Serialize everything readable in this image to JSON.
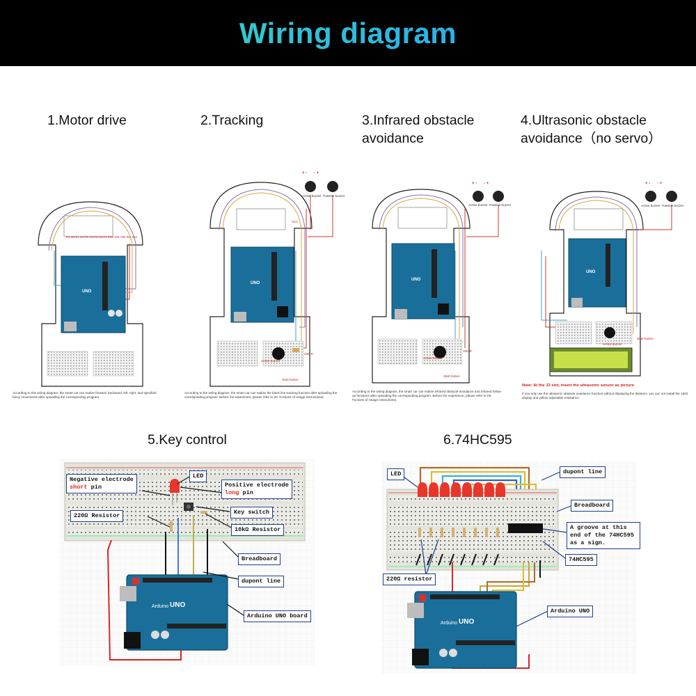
{
  "header": {
    "title": "Wiring diagram"
  },
  "panels": [
    {
      "title": "1.Motor drive",
      "pins": [
        "P4",
        "OUT1",
        "OUT2",
        "OUT3",
        "OUT4",
        "GND",
        "VCC",
        "ENA",
        "IN1",
        "IN2",
        "IN3",
        "IN4",
        "ENB"
      ],
      "caption": "According to this wiring diagram, the smart car can realize forward, backward, left, right, and specified fancy movements after uploading the corresponding program."
    },
    {
      "title": "2.Tracking",
      "buzzer_labels": [
        "Active buzzer",
        "Passive buzzer"
      ],
      "vcc_label": "VCC",
      "parts": [
        "Active buzzer",
        "10K R",
        "Start button"
      ],
      "caption": "According to the wiring diagram, the smart car can realize the black line tracking function after uploading the corresponding program. Before the experiment, please refer to (III. Fuctions of Usage instructions)."
    },
    {
      "title": "3.Infrared obstacle avoidance",
      "buzzer_labels": [
        "Active buzzer",
        "Passive buzzer"
      ],
      "parts": [
        "Active buzzer",
        "10K R",
        "Start button"
      ],
      "caption": "According to the wiring diagram, the smart car can realize infrared obstacle avoidance and infrared follow-up functions after uploading the corresponding program. Before the experiment, please refer to (III. Fuctions of Usage instructions)."
    },
    {
      "title": "4.Ultrasonic obstacle avoidance（no servo）",
      "buzzer_labels": [
        "Active buzzer",
        "Passive buzzer"
      ],
      "parts": [
        "Active buzzer",
        "Start button"
      ],
      "note": "Note: At the J2 slot, insert the ultrasonic sensor as picture.",
      "caption": "If you only use the ultrasonic obstacle avoidance function without displaying the distance, you can not install the 1602 display and yellow adjustable resistance."
    },
    {
      "title": "5.Key control",
      "callouts": {
        "neg_1": "Negative electrode",
        "neg_2a": "short",
        "neg_2b": " pin",
        "led": "LED",
        "pos_1": "Positive electrode",
        "pos_2a": "long",
        "pos_2b": " pin",
        "resistor220": "220Ω  Resistor",
        "key": "Key switch",
        "resistor10k": "10kΩ  Resistor",
        "breadboard": "Breadboard",
        "dupont": "dupont line",
        "uno": "Arduino UNO board"
      }
    },
    {
      "title": "6.74HC595",
      "callouts": {
        "led": "LED",
        "dupont": "dupont line",
        "breadboard": "Breadboard",
        "groove": "A groove at this end of the 74HC595 as a sign.",
        "chip": "74HC595",
        "resistor": "220Ω  resistor",
        "uno": "Arduino UNO"
      }
    }
  ],
  "board_text": {
    "uno": "UNO",
    "arduino": "Arduino"
  },
  "colors": {
    "banner_bg": "#000000",
    "title_gradient_start": "#3fe0a8",
    "title_gradient_end": "#2f8fe6",
    "arduino_blue": "#1a6f9a",
    "callout_border": "#1f3c8c",
    "led_red": "#e8362a"
  }
}
